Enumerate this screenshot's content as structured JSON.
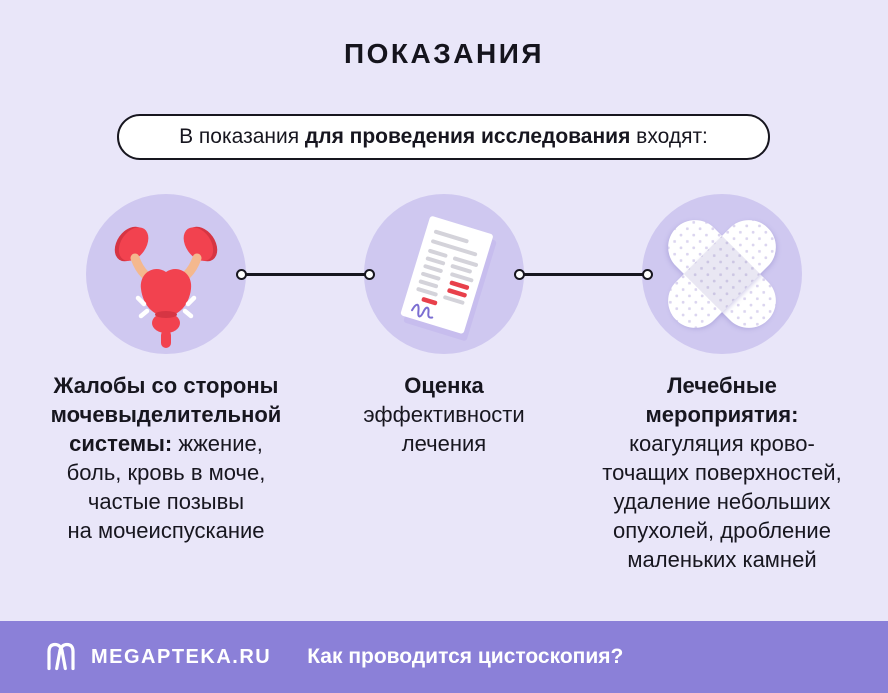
{
  "title": "ПОКАЗАНИЯ",
  "banner": {
    "prefix": "В показания ",
    "bold": "для проведения исследования",
    "suffix": " входят:"
  },
  "steps": [
    {
      "icon": "urinary-system-icon",
      "bold": "Жалобы со стороны\nмочевыделительной\nсистемы:",
      "rest": " жжение,\nболь, кровь в моче,\nчастые позывы\nна мочеиспускание"
    },
    {
      "icon": "medical-report-icon",
      "bold": "Оценка",
      "rest": "\nэффективности\nлечения"
    },
    {
      "icon": "crossed-bandages-icon",
      "bold": "Лечебные\nмероприятия:",
      "rest": "\nкоагуляция крово-\nточащих поверхностей,\nудаление небольших\nопухолей, дробление\nмаленьких камней"
    }
  ],
  "footer": {
    "brand": "MEGAPTEKA.RU",
    "caption": "Как проводится цистоскопия?"
  },
  "colors": {
    "background": "#e9e6f9",
    "icon_circle": "#cfc8f0",
    "text": "#17161f",
    "footer_band": "#8b80d8",
    "footer_text": "#ffffff",
    "organ_red": "#f2424f",
    "organ_red_dark": "#d63543",
    "ureter_peach": "#f4b88e",
    "doc_line_gray": "#d4d3da",
    "doc_line_red": "#e8404b",
    "signature_purple": "#7b6ed2",
    "doc_shadow": "#c7bdee"
  }
}
